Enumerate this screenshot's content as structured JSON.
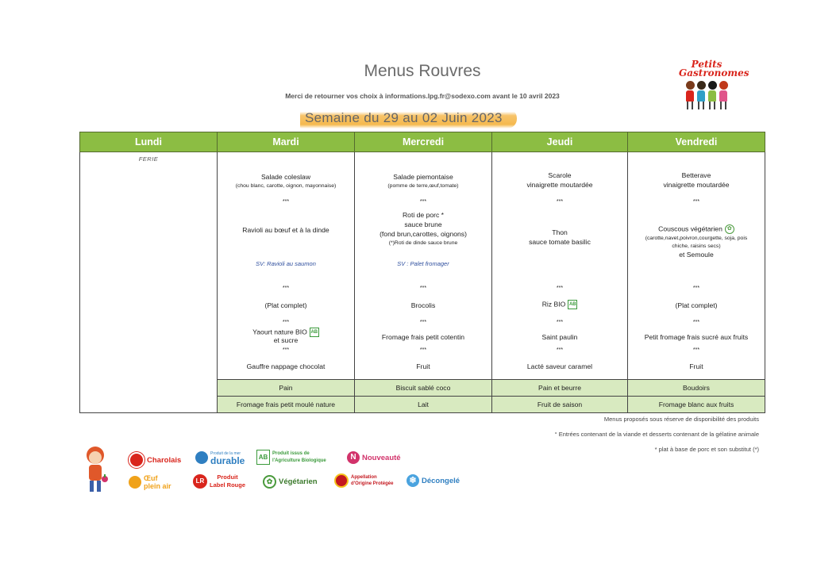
{
  "header": {
    "title": "Menus Rouvres",
    "subtitle": "Merci de retourner vos choix à informations.lpg.fr@sodexo.com avant le 10 avril 2023",
    "week": "Semaine du 29 au 02 Juin 2023",
    "logo_text_line1": "Petits",
    "logo_text_line2": "Gastronomes"
  },
  "days": [
    "Lundi",
    "Mardi",
    "Mercredi",
    "Jeudi",
    "Vendredi"
  ],
  "lundi": {
    "ferie": "FERIE"
  },
  "mardi": {
    "entree": "Salade coleslaw",
    "entree_detail": "(chou blanc, carotte, oignon, mayonnaise)",
    "sep1": "***",
    "plat": "Ravioli au bœuf et à la dinde",
    "sv": "SV: Ravioli au saumon",
    "sep2": "***",
    "accomp": "(Plat complet)",
    "sep3": "***",
    "laitage_l1": "Yaourt nature BIO",
    "laitage_l2": "et sucre",
    "sep4": "***",
    "dessert": "Gauffre nappage chocolat"
  },
  "mercredi": {
    "entree": "Salade piemontaise",
    "entree_detail": "(pomme de terre,œuf,tomate)",
    "sep1": "***",
    "plat_l1": "Roti de porc *",
    "plat_l2": "sauce brune",
    "plat_l3": "(fond brun,carottes, oignons)",
    "plat_l4": "(*)Roti de dinde sauce brune",
    "sv": "SV :  Palet fromager",
    "sep2": "***",
    "accomp": "Brocolis",
    "sep3": "***",
    "laitage": "Fromage frais petit cotentin",
    "sep4": "***",
    "dessert": "Fruit"
  },
  "jeudi": {
    "entree_l1": "Scarole",
    "entree_l2": "vinaigrette moutardée",
    "sep1": "***",
    "plat_l1": "Thon",
    "plat_l2": "sauce tomate basilic",
    "sep2": "***",
    "accomp": "Riz BIO",
    "sep3": "***",
    "laitage": "Saint paulin",
    "sep4": "***",
    "dessert": "Lacté saveur caramel"
  },
  "vendredi": {
    "entree_l1": "Betterave",
    "entree_l2": "vinaigrette moutardée",
    "sep1": "***",
    "plat_l1": "Couscous végétarien",
    "plat_l2": "(carotte,navet,poivron,courgette, soja, pois",
    "plat_l3": "chiche, raisins secs)",
    "plat_l4": "et Semoule",
    "sep2": "***",
    "accomp": "(Plat complet)",
    "sep3": "***",
    "laitage": "Petit fromage frais sucré aux fruits",
    "sep4": "***",
    "dessert": "Fruit"
  },
  "gouter": {
    "row1": [
      "Pain",
      "Biscuit sablé coco",
      "Pain et beurre",
      "Boudoirs"
    ],
    "row2": [
      "Fromage frais petit moulé nature",
      "Lait",
      "Fruit de saison",
      "Fromage blanc aux fruits"
    ]
  },
  "badges": {
    "bio": "AB"
  },
  "notes": [
    "Menus proposés sous réserve de disponibilité des produits",
    "° Entrées contenant de la viande et desserts contenant de la gélatine animale",
    "* plat à base de porc et son substitut (*)"
  ],
  "legend": {
    "charolais": "Charolais",
    "mer_small": "Produit de la mer",
    "mer_big": "durable",
    "bio_l1": "Produit issus de",
    "bio_l2": "l'Agriculture Biologique",
    "nouveaute": "Nouveauté",
    "oeuf_l1": "Œuf",
    "oeuf_l2": "plein air",
    "label_l1": "Produit",
    "label_l2": "Label Rouge",
    "vegetarien": "Végétarien",
    "aop_l1": "Appellation",
    "aop_l2": "d'Origine Protégée",
    "decongele": "Décongelé"
  },
  "colors": {
    "header_green": "#8cbd43",
    "snack_green": "#d8eac0",
    "highlight": "#f5b94e",
    "red": "#d9251c",
    "blue": "#2f7fc1",
    "bio_green": "#3b9a3b",
    "pink": "#d2336b"
  }
}
